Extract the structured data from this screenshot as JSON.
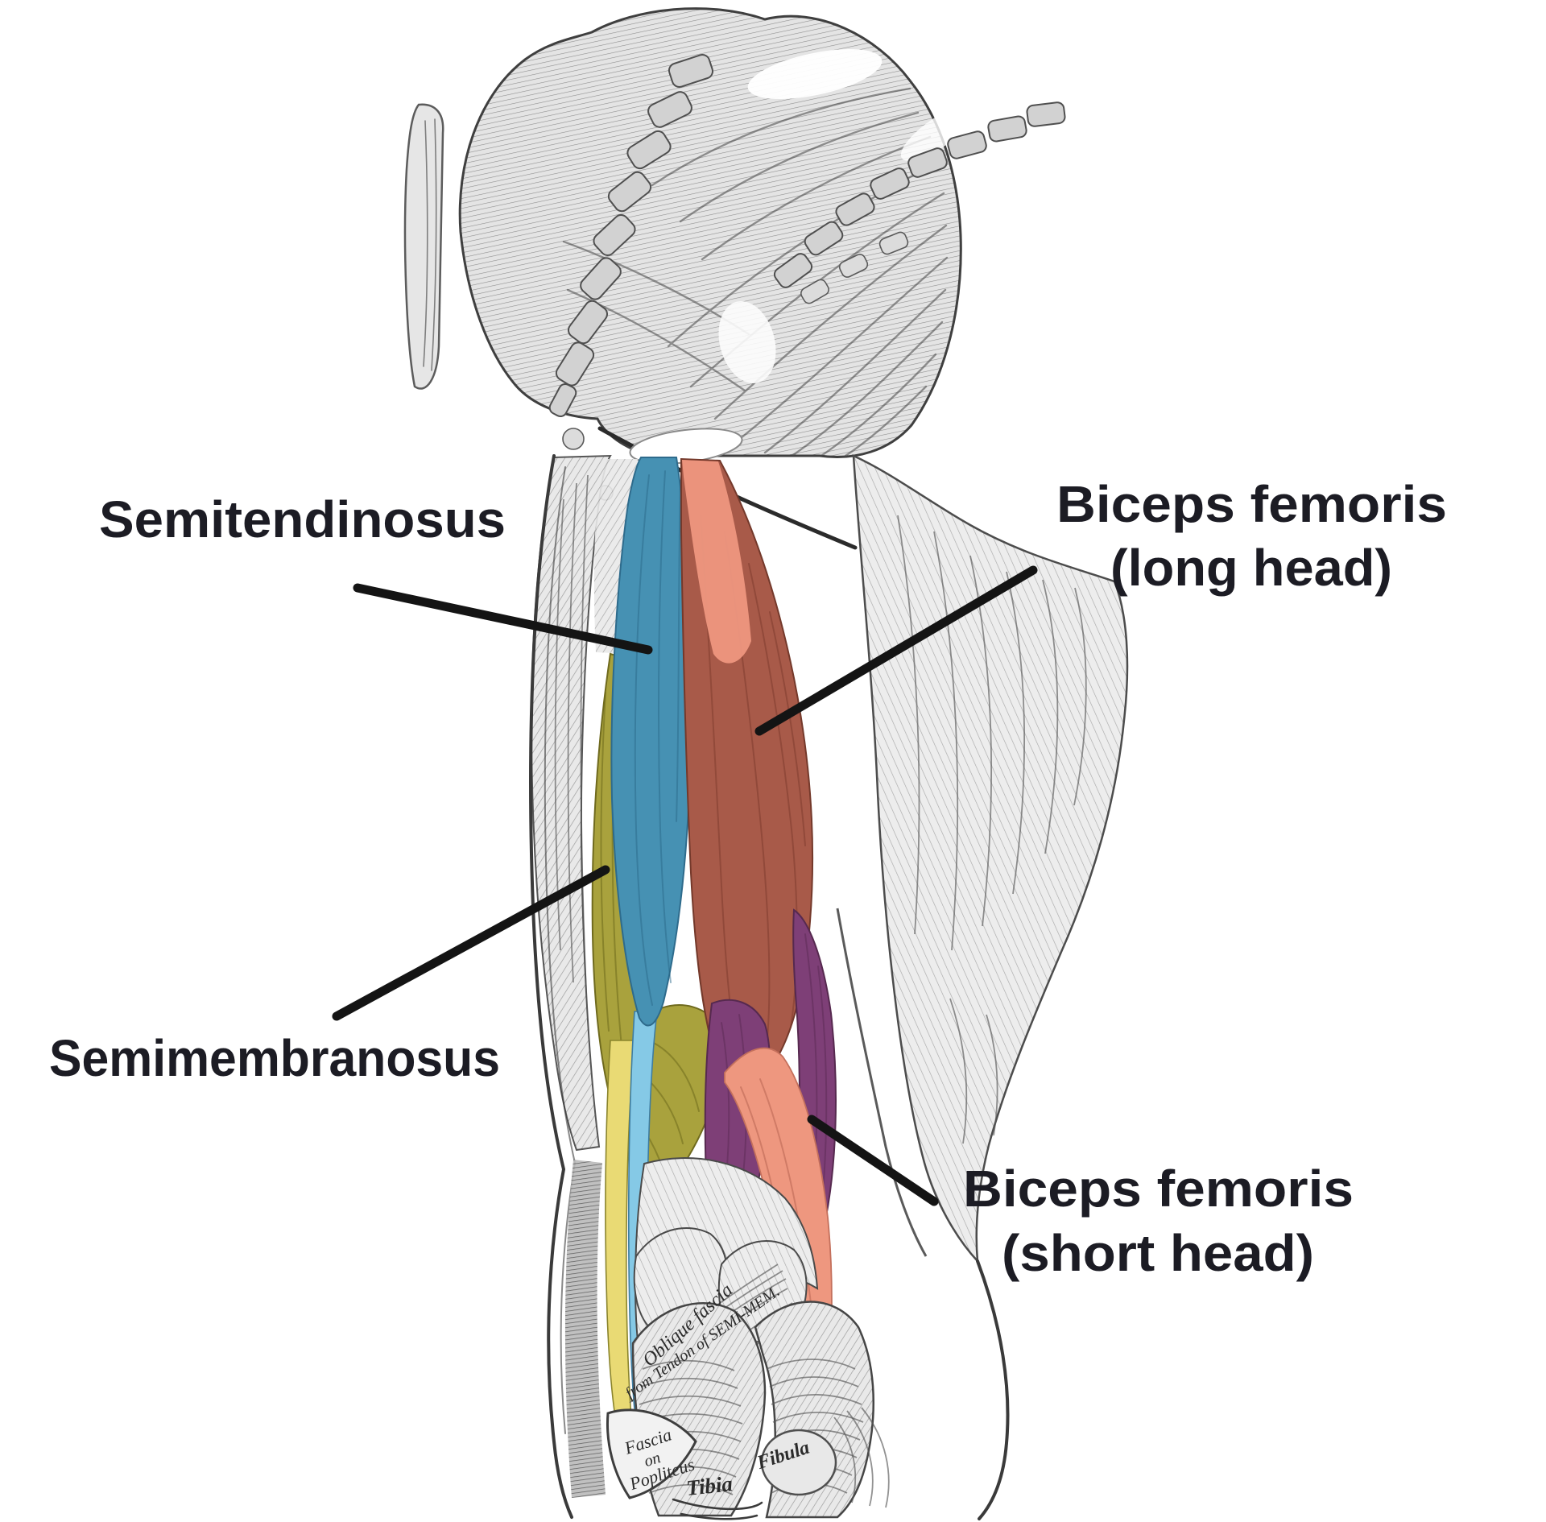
{
  "figure": {
    "type": "anatomical-diagram",
    "subject": "Posterior thigh hamstring muscles"
  },
  "labels": {
    "semitendinosus": {
      "text": "Semitendinosus"
    },
    "biceps_femoris_long_head": {
      "line1": "Biceps femoris",
      "line2": "(long head)"
    },
    "semimembranosus": {
      "text": "Semimembranosus"
    },
    "biceps_femoris_short_head": {
      "line1": "Biceps femoris",
      "line2": "(short head)"
    }
  },
  "inscriptions": {
    "oblique_fascia": "Oblique fascia",
    "from_tendon_of_semimem": "from Tendon of SEMI-MEM.",
    "fascia_line1": "Fascia",
    "fascia_line2": "on",
    "fascia_line3": "Popliteus",
    "tibia": "Tibia",
    "fibula": "Fibula"
  },
  "colors": {
    "label_text": "#1c1c24",
    "leader_line": "#141414",
    "semitendinosus": "#4691b3",
    "semitendinosus_tendon": "#85c9e6",
    "semimembranosus": "#a9a23d",
    "semimembranosus_tendon": "#e9da74",
    "biceps_long_head": "#a85a49",
    "biceps_tendon": "#ee977f",
    "biceps_short_head": "#7e3f77",
    "background": "#ffffff"
  }
}
